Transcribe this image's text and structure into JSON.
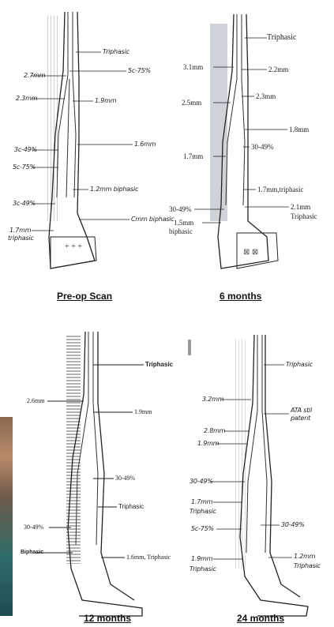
{
  "panels": [
    {
      "caption": "Pre-op Scan",
      "labels": [
        "Triphasic",
        "2.7mm",
        "5c-75%",
        "2.3mm",
        "1.9mm",
        "1.6mm",
        "3c-49%",
        "5c-75%",
        "1.2mm biphasic",
        "3c-49%",
        "Cmm biphasic",
        "1.7mm",
        "triphasic"
      ]
    },
    {
      "caption": "6 months",
      "labels": [
        "Triphasic",
        "3.1mm",
        "2.2mm",
        "2.5mm",
        "2.3mm",
        "1.8mm",
        "30-49%",
        "1.7mm",
        "1.7mm,triphasic",
        "30-49%",
        "2.1mm",
        "1.5mm",
        "Triphasic",
        "biphasic"
      ]
    },
    {
      "caption": "12 months",
      "labels": [
        "Triphasic",
        "2.6mm",
        "1.9mm",
        "30-49%",
        "Triphasic",
        "30-49%",
        "Biphasic",
        "1.6mm, Triphasic"
      ]
    },
    {
      "caption": "24 months",
      "labels": [
        "Triphasic",
        "3.2mm",
        "ATA stil patent",
        "2.8mm",
        "1.9mm",
        "30-49%",
        "1.7mm",
        "Triphasic",
        "5c-75%",
        "30-49%",
        "1.2mm",
        "Triphasic",
        "1.9mm",
        "Triphasic"
      ]
    }
  ]
}
